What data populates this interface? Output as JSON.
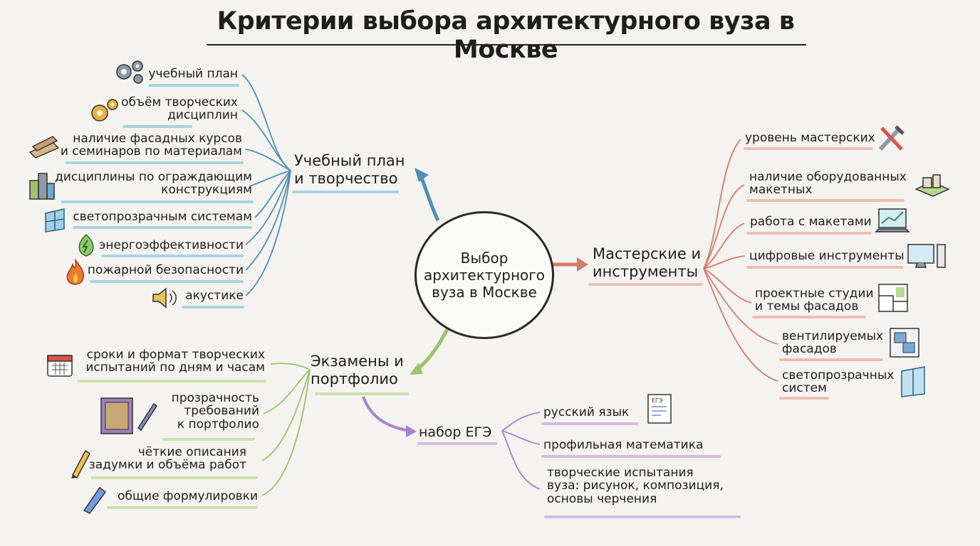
{
  "title": "Критерии выбора архитектурного вуза в Москве",
  "center": "Выбор\nархитектурного\nвуза в Москве",
  "colors": {
    "blue": "#4f8fb4",
    "red": "#d47a6b",
    "green": "#9cc36d",
    "purple": "#a981cf"
  },
  "branches": {
    "curriculum": {
      "label": "Учебный план\nи творчество",
      "items": [
        {
          "label": "учебный план",
          "icon": "gears-icon"
        },
        {
          "label": "объём творческих\nдисциплин",
          "icon": "gears-icon"
        },
        {
          "label": "наличие фасадных курсов\nи семинаров по материалам",
          "icon": "material-rolls-icon"
        },
        {
          "label": "дисциплины по ограждающим\nконструкциям",
          "icon": "buildings-icon"
        },
        {
          "label": "светопрозрачным системам",
          "icon": "glass-facade-icon"
        },
        {
          "label": "энергоэффективности",
          "icon": "energy-leaf-icon"
        },
        {
          "label": "пожарной безопасности",
          "icon": "fire-icon"
        },
        {
          "label": "акустике",
          "icon": "speaker-icon"
        }
      ]
    },
    "workshops": {
      "label": "Мастерские и\nинструменты",
      "items": [
        {
          "label": "уровень мастерских",
          "icon": "tools-icon"
        },
        {
          "label": "наличие оборудованных\nмакетных",
          "icon": "model-icon"
        },
        {
          "label": "работа с макетами",
          "icon": "laptop-chart-icon"
        },
        {
          "label": "цифровые инструменты",
          "icon": "computer-icon"
        },
        {
          "label": "проектные студии\nи темы фасадов",
          "icon": "floor-plan-icon"
        },
        {
          "label": "вентилируемых\nфасадов",
          "icon": "facade-panel-icon"
        },
        {
          "label": "светопрозрачных\nсистем",
          "icon": "glass-panel-icon"
        }
      ]
    },
    "exams": {
      "label": "Экзамены и\nпортфолио",
      "items": [
        {
          "label": "сроки и формат творческих\nиспытаний по дням и часам",
          "icon": "calendar-icon"
        },
        {
          "label": "прозрачность\nтребований\nк портфолио",
          "icon": "portfolio-icon"
        },
        {
          "label": "чёткие описания\nзадумки и объёма работ",
          "icon": "pencil-icon"
        },
        {
          "label": "общие формулировки",
          "icon": "marker-icon"
        }
      ]
    },
    "ege": {
      "label": "набор ЕГЭ",
      "items": [
        {
          "label": "русский язык",
          "icon": "ege-form-icon"
        },
        {
          "label": "профильная математика",
          "icon": ""
        },
        {
          "label": "творческие испытания\nвуза: рисунок, композиция,\nосновы черчения",
          "icon": ""
        }
      ]
    }
  }
}
